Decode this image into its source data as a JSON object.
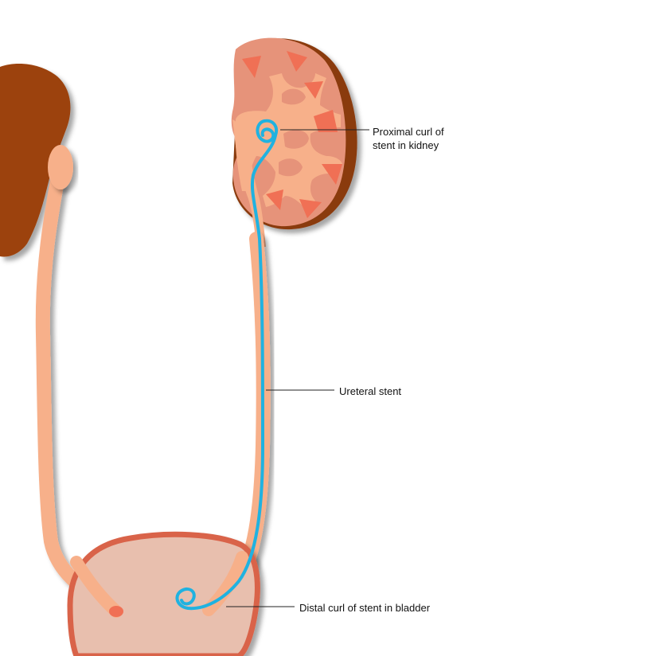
{
  "labels": {
    "proximal_line1": "Proximal curl of",
    "proximal_line2": "stent in kidney",
    "ureteral": "Ureteral stent",
    "distal": "Distal curl of stent in bladder"
  },
  "colors": {
    "background": "#ffffff",
    "liver": "#9c420c",
    "kidney_body": "#e6937a",
    "kidney_shade": "#8a3a10",
    "calyx": "#f07055",
    "pelvis_ureter": "#f7b08a",
    "bladder_fill": "#e8bfae",
    "bladder_wall": "#d9634a",
    "stent": "#20b2e0",
    "leader_line": "#222222"
  }
}
